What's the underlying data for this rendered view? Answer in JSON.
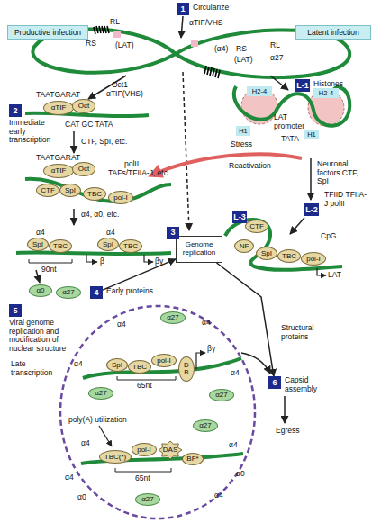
{
  "diagram": {
    "nodes": [
      {
        "text": [
          "1",
          "Circularize"
        ]
      },
      {
        "text": [
          "Productive infection"
        ]
      },
      {
        "text": [
          "Latent infection"
        ]
      },
      {
        "text": [
          "L-1",
          "Histones"
        ]
      },
      {
        "text": [
          "H2-4"
        ]
      },
      {
        "text": [
          "H2-4"
        ]
      },
      {
        "text": [
          "H1"
        ]
      },
      {
        "text": [
          "H1"
        ]
      },
      {
        "text": [
          "2",
          "Immediate early transcription"
        ]
      },
      {
        "text": [
          "αTIF"
        ]
      },
      {
        "text": [
          "Oct"
        ]
      },
      {
        "text": [
          "αTIF"
        ]
      },
      {
        "text": [
          "Oct"
        ]
      },
      {
        "text": [
          "CTF"
        ]
      },
      {
        "text": [
          "SpI"
        ]
      },
      {
        "text": [
          "TBC"
        ]
      },
      {
        "text": [
          "pol-I"
        ]
      },
      {
        "text": [
          "L-2"
        ]
      },
      {
        "text": [
          "L-3"
        ]
      },
      {
        "text": [
          "CTF"
        ]
      },
      {
        "text": [
          "NF"
        ]
      },
      {
        "text": [
          "SpI"
        ]
      },
      {
        "text": [
          "TBC"
        ]
      },
      {
        "text": [
          "pol-I"
        ]
      },
      {
        "text": [
          "3",
          "Genome replication"
        ]
      },
      {
        "text": [
          "SpI"
        ]
      },
      {
        "text": [
          "TBC"
        ]
      },
      {
        "text": [
          "SpI"
        ]
      },
      {
        "text": [
          "TBC"
        ]
      },
      {
        "text": [
          "α0"
        ]
      },
      {
        "text": [
          "α27"
        ]
      },
      {
        "text": [
          "4",
          "Early proteins"
        ]
      },
      {
        "text": [
          "5",
          "Viral genome replication and modification of nuclear structure"
        ]
      },
      {
        "text": [
          "α27"
        ]
      },
      {
        "text": [
          "α27"
        ]
      },
      {
        "text": [
          "SpI"
        ]
      },
      {
        "text": [
          "TBC"
        ]
      },
      {
        "text": [
          "pol-I"
        ]
      },
      {
        "text": [
          "D",
          "B"
        ]
      },
      {
        "text": [
          "α27"
        ]
      },
      {
        "text": [
          "TBC(*)"
        ]
      },
      {
        "text": [
          "pol-I"
        ]
      },
      {
        "text": [
          "DAS"
        ]
      },
      {
        "text": [
          "BF*"
        ]
      },
      {
        "text": [
          "α27"
        ]
      },
      {
        "text": [
          "α27"
        ]
      },
      {
        "text": [
          "6",
          "Capsid assembly"
        ]
      }
    ],
    "edges": [
      {
        "from": 31,
        "to": 24,
        "arrow": "to"
      },
      {
        "from": 24,
        "to": 46,
        "arrow": "to"
      }
    ],
    "labels": [
      "αTIF/VHS",
      "RL",
      "RS",
      "(LAT)",
      "(α4)",
      "RS",
      "RL",
      "(LAT)",
      "α27",
      "Oct1",
      "αTIF(VHS)",
      "LAT promoter",
      "TATA",
      "TAATGARAT",
      "CAT GC TATA",
      "CTF, SpI, etc.",
      "TAATGARAT",
      "polII",
      "TAFs/TFIIA-J, etc.",
      "Stress",
      "Reactivation",
      "Neuronal factors CTF, SpI",
      "TFIID TFIIA-J polII",
      "CpG",
      "LAT",
      "α4, α0, etc.",
      "α4",
      "α4",
      "90nt",
      "β",
      "βγ",
      "Late transcription",
      "Structural proteins",
      "α4",
      "α4",
      "α4",
      "α4",
      "α4",
      "α4",
      "α4",
      "α4",
      "βγ",
      "65nt",
      "poly(A) utilization",
      "65nt",
      "α0",
      "α0",
      "Egress"
    ]
  }
}
